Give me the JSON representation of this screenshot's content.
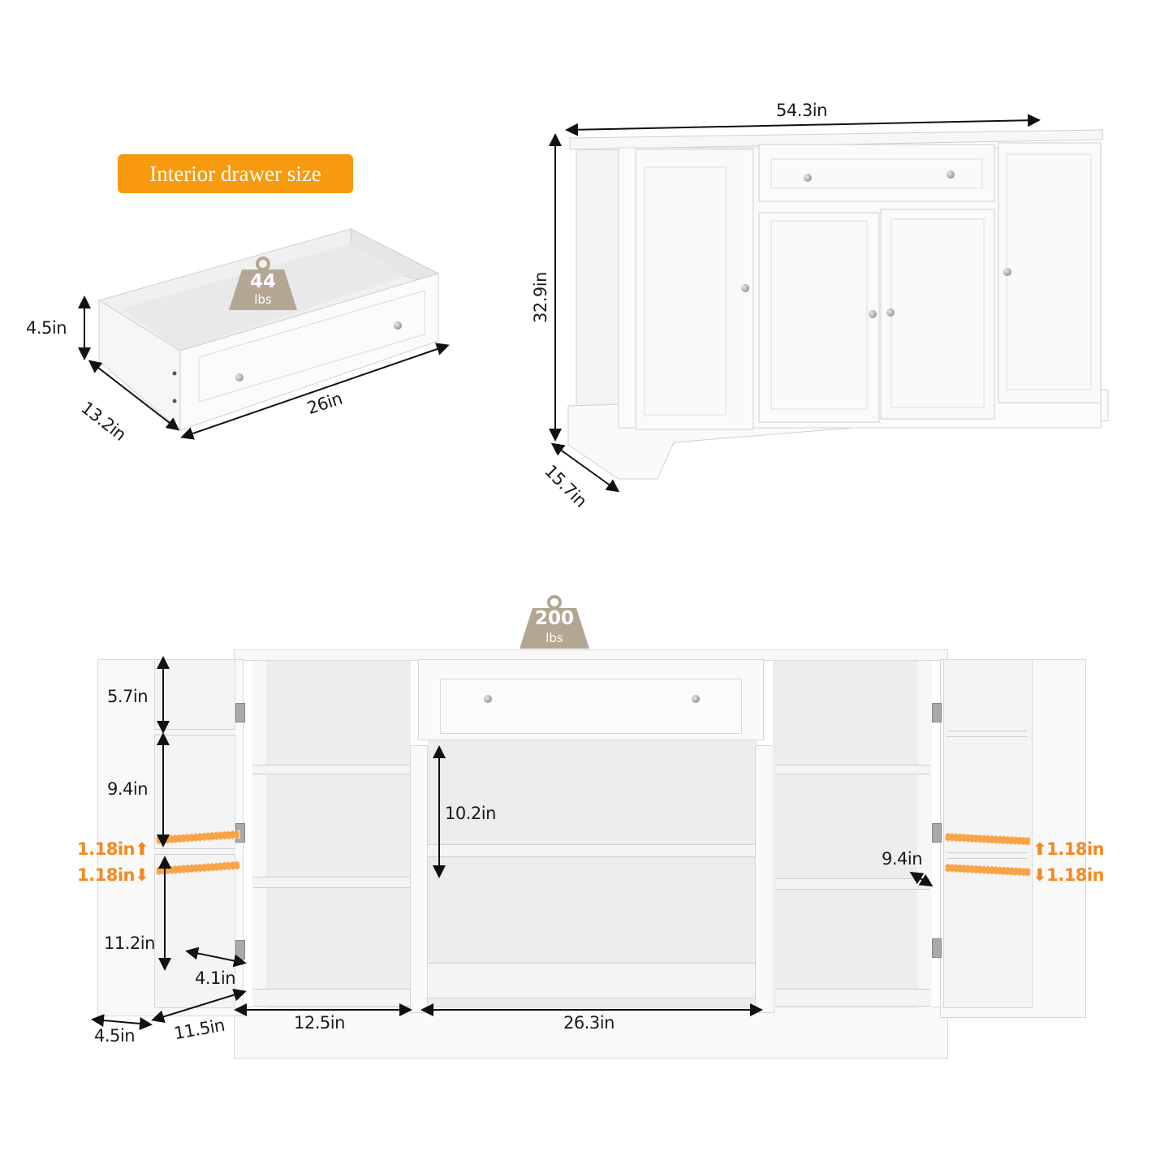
{
  "drawer_section": {
    "badge_label": "Interior drawer size",
    "weight_capacity": {
      "value": "44",
      "unit": "lbs"
    },
    "height": "4.5in",
    "depth": "13.2in",
    "width": "26in"
  },
  "overall_section": {
    "width": "54.3in",
    "height": "32.9in",
    "depth": "15.7in"
  },
  "interior_section": {
    "weight_capacity": {
      "value": "200",
      "unit": "lbs"
    },
    "door_shelf_gaps": [
      "5.7in",
      "9.4in",
      "11.2in"
    ],
    "door_shelf_depth": "4.1in",
    "door_depth": "4.5in",
    "door_width": "11.5in",
    "side_cabinet_width": "12.5in",
    "center_cabinet_width": "26.3in",
    "center_shelf_height": "10.2in",
    "side_shelf_depth": "9.4in",
    "adjustment_left": {
      "up": "1.18in",
      "down": "1.18in"
    },
    "adjustment_right": {
      "up": "1.18in",
      "down": "1.18in"
    }
  },
  "colors": {
    "accent_orange": "#f79a0f",
    "adjust_orange": "#f5891f",
    "weight_badge": "#b3a794",
    "furniture_white": "#fafafa"
  }
}
